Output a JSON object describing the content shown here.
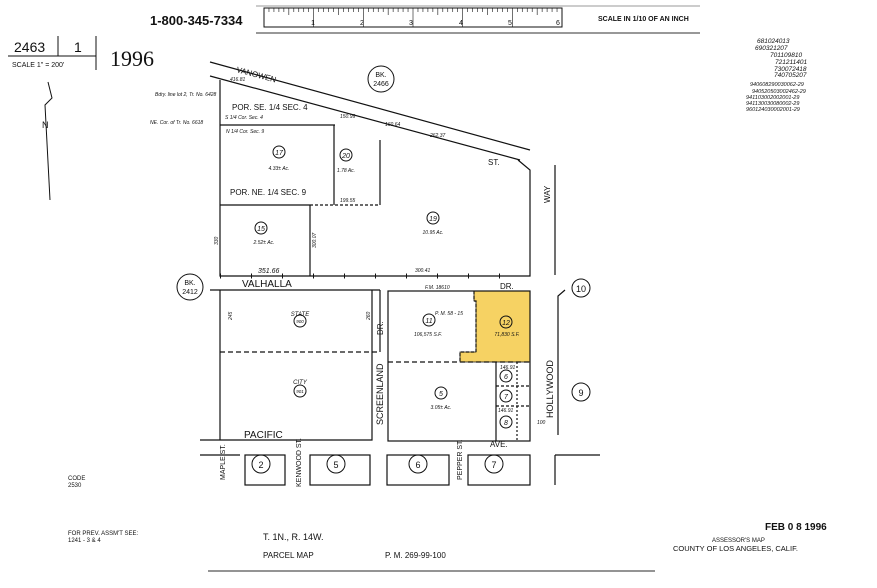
{
  "header": {
    "phone": "1-800-345-7334",
    "scale_ruler_label": "SCALE IN 1/10 OF AN INCH",
    "ruler_ticks": [
      "1",
      "2",
      "3",
      "4",
      "5",
      "6"
    ],
    "map_book": "2463",
    "map_page": "1",
    "map_scale": "SCALE 1\" = 200'",
    "year": "1996",
    "north_label": "N"
  },
  "revision_codes": [
    "681024013",
    "690321207",
    "701109810",
    "721211401",
    "730072418",
    "740705207",
    "940608290030062-29",
    "940520503002462-29",
    "941103002002001-29",
    "941130030080002-29",
    "960124030002001-29"
  ],
  "adjacent_books": [
    {
      "label": "BK.",
      "number": "2466"
    },
    {
      "label": "BK.",
      "number": "2412"
    }
  ],
  "streets": {
    "vanowen": "VANOWEN",
    "vanowen_suffix": "ST.",
    "valhalla": "VALHALLA",
    "valhalla_suffix": "DR.",
    "pacific": "PACIFIC",
    "pacific_suffix": "AVE.",
    "screenland": "SCREENLAND",
    "screenland_suffix": "DR.",
    "hollywood": "HOLLYWOOD",
    "way": "WAY",
    "maple": "MAPLE ST.",
    "kenwood": "KENWOOD ST.",
    "pepper": "PEPPER ST."
  },
  "sections": {
    "por_se": "POR. SE. 1/4 SEC. 4",
    "por_ne": "POR. NE. 1/4 SEC. 9",
    "bdry": "Bdry. line lot 2, Tr. No. 6428",
    "s_line": "S 1/4 Cor. Sec. 4",
    "n_line": "N 1/4 Cor. Sec. 9",
    "he_cor": "NE. Cor. of Tr. No. 6618"
  },
  "parcels": [
    {
      "id": "17",
      "area": "4.33± Ac."
    },
    {
      "id": "20",
      "area": "1.78 Ac."
    },
    {
      "id": "19",
      "area": "10.95 Ac."
    },
    {
      "id": "15",
      "area": "2.52± Ac."
    },
    {
      "id": "900",
      "owner": "STATE"
    },
    {
      "id": "901",
      "owner": "CITY"
    },
    {
      "id": "11",
      "area": "106,575 S.F."
    },
    {
      "id": "12",
      "area": "71,830 S.F.",
      "highlighted": true
    },
    {
      "id": "5",
      "area": "3.05± Ac."
    },
    {
      "id": "6"
    },
    {
      "id": "7"
    },
    {
      "id": "8"
    }
  ],
  "parcel_map_ref": "P. M. 58 - 15",
  "fm_ref": "F.M. 18610",
  "dimensions": [
    "351.66",
    "300.41",
    "416.81",
    "150.99",
    "160.64",
    "262.37",
    "245",
    "260",
    "199.55",
    "300.07",
    "330",
    "146.91",
    "146.91",
    "100"
  ],
  "adjacent_blocks": [
    "10",
    "9",
    "2",
    "5",
    "6",
    "7"
  ],
  "footer": {
    "code_label": "CODE",
    "code": "2530",
    "prev_assmt": "FOR PREV. ASSM'T SEE:",
    "prev_assmt_ref": "1241 - 3 & 4",
    "township": "T. 1N., R. 14W.",
    "parcel_map": "PARCEL MAP",
    "pm_ref": "P. M. 269-99-100",
    "stamp_date": "FEB 0 8 1996",
    "assessor": "ASSESSOR'S MAP",
    "county": "COUNTY OF LOS ANGELES, CALIF."
  },
  "colors": {
    "highlight": "#f6d263",
    "ink": "#111111"
  }
}
